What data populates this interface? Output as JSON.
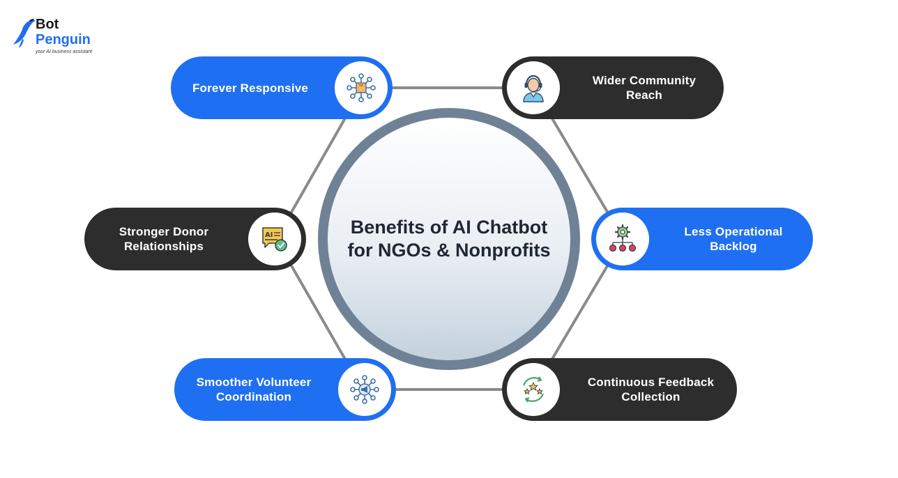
{
  "logo": {
    "line1": "Bot",
    "line2": "Penguin",
    "tagline": "your AI business assistant"
  },
  "center": {
    "title_line1": "Benefits of AI Chatbot",
    "title_line2": "for NGOs & Nonprofits"
  },
  "benefits": [
    {
      "id": "forever-responsive",
      "line1": "Forever Responsive",
      "line2": "",
      "icon": "network-icon",
      "style": "blue"
    },
    {
      "id": "wider-community-reach",
      "line1": "Wider Community",
      "line2": "Reach",
      "icon": "support-agent-icon",
      "style": "dark"
    },
    {
      "id": "stronger-donor-relationships",
      "line1": "Stronger Donor",
      "line2": "Relationships",
      "icon": "ai-chat-check-icon",
      "style": "dark"
    },
    {
      "id": "less-operational-backlog",
      "line1": "Less Operational",
      "line2": "Backlog",
      "icon": "gear-hierarchy-icon",
      "style": "blue"
    },
    {
      "id": "smoother-volunteer-coordination",
      "line1": "Smoother Volunteer",
      "line2": "Coordination",
      "icon": "megaphone-network-icon",
      "style": "blue"
    },
    {
      "id": "continuous-feedback-collection",
      "line1": "Continuous Feedback",
      "line2": "Collection",
      "icon": "stars-cycle-icon",
      "style": "dark"
    }
  ],
  "colors": {
    "blue": "#1f6ff2",
    "dark": "#2d2d2d",
    "ring": "#6f8295",
    "connector": "#8a8a8a"
  }
}
